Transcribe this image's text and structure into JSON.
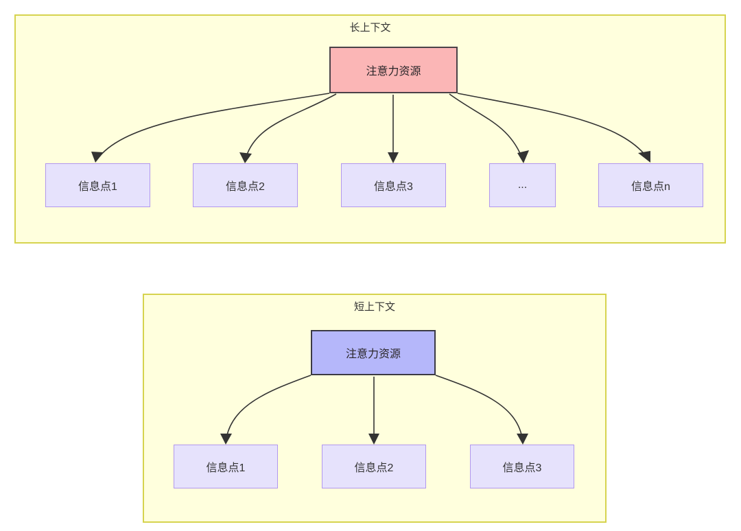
{
  "diagram": {
    "type": "flowchart",
    "background": "#ffffff",
    "palette": {
      "group_fill": "#ffffdd",
      "group_border": "#d6d34e",
      "root_long_fill": "#fbb6b6",
      "root_short_fill": "#b5b7fa",
      "root_border": "#413b42",
      "info_fill": "#e6e2fc",
      "info_border": "#b197ee",
      "edge_color": "#333333",
      "text_color": "#333333"
    },
    "groups": [
      {
        "id": "long-context",
        "title": "长上下文",
        "root": {
          "id": "root-long",
          "label": "注意力资源"
        },
        "children": [
          {
            "id": "long-info-1",
            "label": "信息点1"
          },
          {
            "id": "long-info-2",
            "label": "信息点2"
          },
          {
            "id": "long-info-3",
            "label": "信息点3"
          },
          {
            "id": "long-info-ellipsis",
            "label": "..."
          },
          {
            "id": "long-info-n",
            "label": "信息点n"
          }
        ]
      },
      {
        "id": "short-context",
        "title": "短上下文",
        "root": {
          "id": "root-short",
          "label": "注意力资源"
        },
        "children": [
          {
            "id": "short-info-1",
            "label": "信息点1"
          },
          {
            "id": "short-info-2",
            "label": "信息点2"
          },
          {
            "id": "short-info-3",
            "label": "信息点3"
          }
        ]
      }
    ]
  }
}
